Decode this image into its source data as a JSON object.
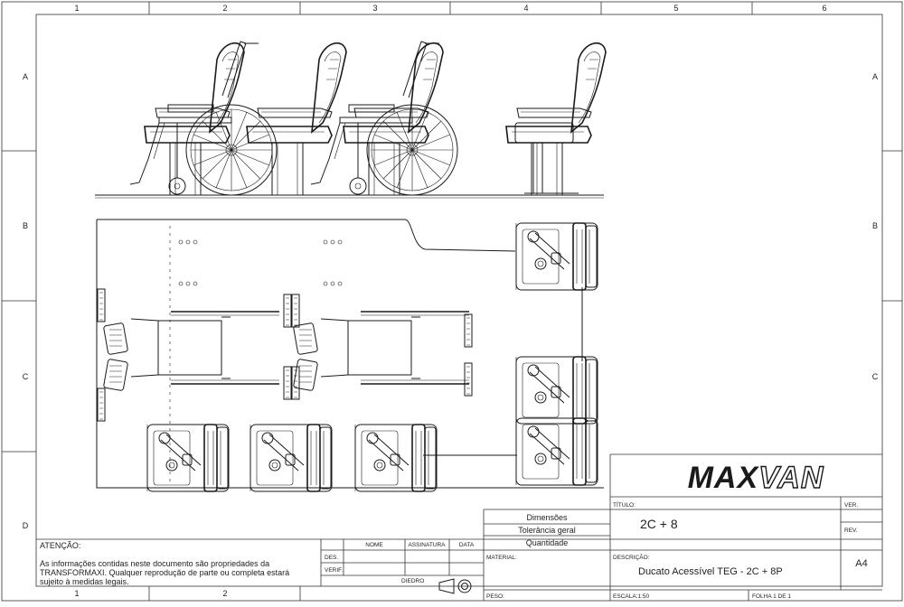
{
  "sheet": {
    "columns": [
      "1",
      "2",
      "3",
      "4",
      "5",
      "6"
    ],
    "rows": [
      "A",
      "B",
      "C",
      "D"
    ]
  },
  "title_block": {
    "brand": "MAXVAN",
    "brand_part1": "MAX",
    "brand_part2": "VAN",
    "titulo_label": "TÍTULO:",
    "titulo_value": "2C + 8",
    "ver_label": "VER.",
    "rev_label": "REV.",
    "descricao_label": "DESCRIÇÃO:",
    "descricao_value": "Ducato Acessível TEG - 2C + 8P",
    "size": "A4",
    "material_label": "MATERIAL:",
    "peso_label": "PESO:",
    "escala": "ESCALA:1:50",
    "folha": "FOLHA 1 DE 1",
    "dimensoes": "Dimensões",
    "tolerancia": "Tolerância geral",
    "quantidade": "Quantidade",
    "nome": "NOME",
    "assinatura": "ASSINATURA",
    "data": "DATA",
    "des": "DES.",
    "verif": "VERIF.",
    "diedro": "DIEDRO",
    "atencao_label": "ATENÇÃO:",
    "atencao_line1": "As informações contidas neste documento são propriedades da",
    "atencao_line2": "TRANSFORMAXI. Qualquer reprodução de parte ou completa estará",
    "atencao_line3": "sujeito à medidas legais."
  },
  "colors": {
    "line": "#1a1a1a",
    "frame": "#333333",
    "background": "#ffffff"
  }
}
